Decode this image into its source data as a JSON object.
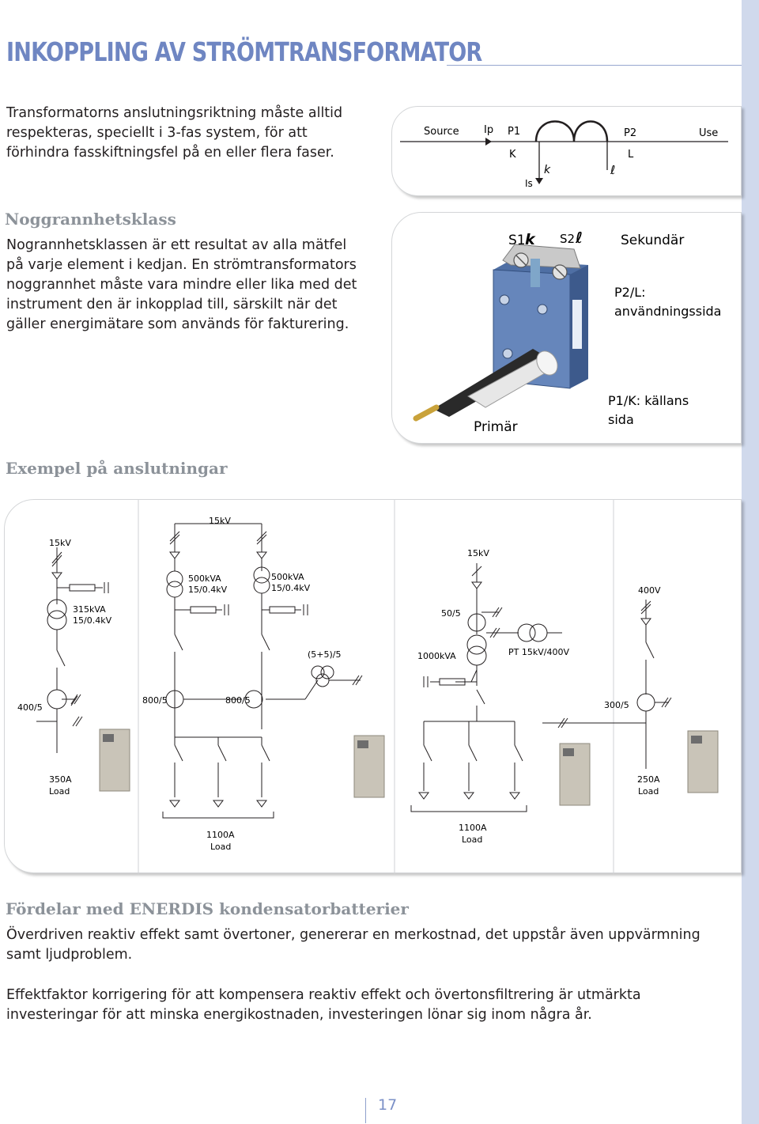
{
  "page": {
    "title": "INKOPPLING AV STRÖMTRANSFORMATOR",
    "page_number": "17"
  },
  "intro": {
    "text": "Transformatorns anslutningsriktning måste alltid respekteras, speciellt i 3-fas system, för att förhindra fasskiftningsfel på en eller flera faser."
  },
  "wiring_diagram": {
    "source": "Source",
    "ip": "Ip",
    "p1": "P1",
    "k_upper": "K",
    "p2": "P2",
    "l_upper": "L",
    "use": "Use",
    "k_lower": "k",
    "l_lower": "ℓ",
    "is": "Is"
  },
  "accuracy": {
    "heading": "Noggrannhetsklass",
    "text": "Nogrannhetsklassen är ett resultat av alla mätfel på varje element i kedjan. En strömtransformators noggrannhet måste vara mindre eller lika med det instrument den är inkopplad till, särskilt när det gäller energimätare som används för fakturering."
  },
  "ct_photo": {
    "s1": "S1",
    "s1_k": "k",
    "s2": "S2",
    "s2_l": "ℓ",
    "sekundar": "Sekundär",
    "p2_l_line1": "P2/L:",
    "p2_l_line2": "användningssida",
    "p1_k_line1": "P1/K: källans",
    "p1_k_line2": "sida",
    "primar": "Primär"
  },
  "examples": {
    "heading": "Exempel på anslutningar",
    "diagram1": {
      "voltage": "15kV",
      "transformer_line1": "315kVA",
      "transformer_line2": "15/0.4kV",
      "ct": "400/5",
      "load_line1": "350A",
      "load_line2": "Load"
    },
    "diagram2": {
      "voltage": "15kV",
      "t1_line1": "500kVA",
      "t1_line2": "15/0.4kV",
      "t2_line1": "500kVA",
      "t2_line2": "15/0.4kV",
      "summation": "(5+5)/5",
      "ct1": "800/5",
      "ct2": "800/5",
      "load_line1": "1100A",
      "load_line2": "Load"
    },
    "diagram3": {
      "voltage": "15kV",
      "ct_hv": "50/5",
      "transformer": "1000kVA",
      "pt": "PT 15kV/400V",
      "load_line1": "1100A",
      "load_line2": "Load"
    },
    "diagram4": {
      "voltage": "400V",
      "ct": "300/5",
      "load_line1": "250A",
      "load_line2": "Load"
    }
  },
  "benefits": {
    "heading": "Fördelar med ENERDIS kondensatorbatterier",
    "para1": "Överdriven reaktiv effekt samt övertoner, genererar en merkostnad, det uppstår även uppvärmning samt ljudproblem.",
    "para2": "Effektfaktor korrigering för att kompensera reaktiv effekt och övertonsfiltrering är utmärkta investeringar för att minska energikostnaden, investeringen lönar sig inom några år."
  },
  "colors": {
    "title_blue": "#6f86c2",
    "side_bar": "#d0d9ec",
    "heading_grey": "#8c9299",
    "ct_body_blue": "#5b7cb0"
  }
}
